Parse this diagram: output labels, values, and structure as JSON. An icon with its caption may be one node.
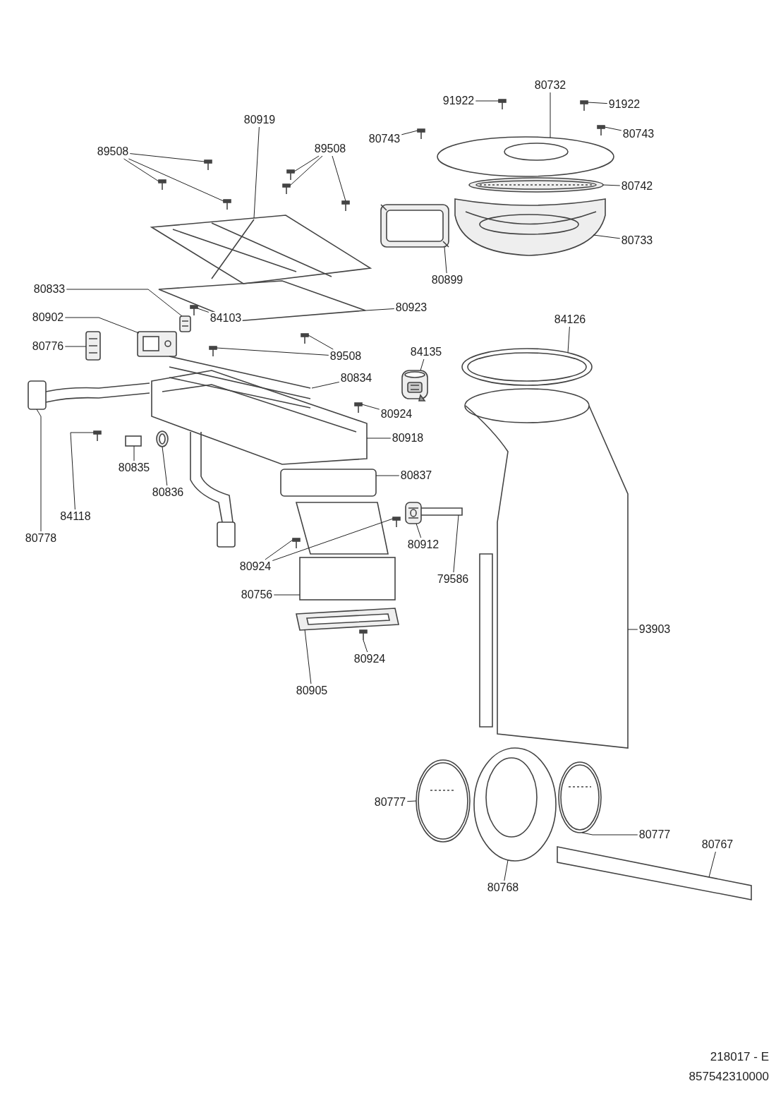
{
  "diagram": {
    "nodes": [
      {
        "text": [
          "80732"
        ]
      },
      {
        "text": [
          "91922"
        ]
      },
      {
        "text": [
          "91922"
        ]
      },
      {
        "text": [
          "80919"
        ]
      },
      {
        "text": [
          "80743"
        ]
      },
      {
        "text": [
          "80743"
        ]
      },
      {
        "text": [
          "89508"
        ]
      },
      {
        "text": [
          "89508"
        ]
      },
      {
        "text": [
          "80742"
        ]
      },
      {
        "text": [
          "80733"
        ]
      },
      {
        "text": [
          "80899"
        ]
      },
      {
        "text": [
          "80833"
        ]
      },
      {
        "text": [
          "80923"
        ]
      },
      {
        "text": [
          "80902"
        ]
      },
      {
        "text": [
          "84103"
        ]
      },
      {
        "text": [
          "84126"
        ]
      },
      {
        "text": [
          "80776"
        ]
      },
      {
        "text": [
          "84135"
        ]
      },
      {
        "text": [
          "89508"
        ]
      },
      {
        "text": [
          "80834"
        ]
      },
      {
        "text": [
          "80924"
        ]
      },
      {
        "text": [
          "80918"
        ]
      },
      {
        "text": [
          "80835"
        ]
      },
      {
        "text": [
          "80837"
        ]
      },
      {
        "text": [
          "80836"
        ]
      },
      {
        "text": [
          "84118"
        ]
      },
      {
        "text": [
          "80778"
        ]
      },
      {
        "text": [
          "80912"
        ]
      },
      {
        "text": [
          "80924"
        ]
      },
      {
        "text": [
          "79586"
        ]
      },
      {
        "text": [
          "80756"
        ]
      },
      {
        "text": [
          "93903"
        ]
      },
      {
        "text": [
          "80924"
        ]
      },
      {
        "text": [
          "80905"
        ]
      },
      {
        "text": [
          "80777"
        ]
      },
      {
        "text": [
          "80777"
        ]
      },
      {
        "text": [
          "80767"
        ]
      },
      {
        "text": [
          "80768"
        ]
      },
      {
        "text": [],
        "shape": "picture"
      },
      {
        "text": [],
        "shape": "picture"
      },
      {
        "text": [],
        "shape": "picture"
      },
      {
        "text": [],
        "shape": "picture"
      },
      {
        "text": [],
        "shape": "picture"
      },
      {
        "text": [],
        "shape": "picture"
      },
      {
        "text": [],
        "shape": "picture"
      },
      {
        "text": [],
        "shape": "picture"
      },
      {
        "text": [],
        "shape": "picture"
      },
      {
        "text": [],
        "shape": "picture"
      },
      {
        "text": [],
        "shape": "picture"
      },
      {
        "text": [],
        "shape": "picture"
      },
      {
        "text": [],
        "shape": "picture"
      },
      {
        "text": [],
        "shape": "picture"
      },
      {
        "text": [],
        "shape": "picture"
      },
      {
        "text": [],
        "shape": "picture"
      },
      {
        "text": [],
        "shape": "picture"
      },
      {
        "text": [],
        "shape": "picture"
      },
      {
        "text": [],
        "shape": "picture"
      },
      {
        "text": [],
        "shape": "picture"
      },
      {
        "text": [],
        "shape": "picture"
      },
      {
        "text": [],
        "shape": "picture"
      },
      {
        "text": [],
        "shape": "picture"
      },
      {
        "text": [],
        "shape": "picture"
      },
      {
        "text": [],
        "shape": "picture"
      },
      {
        "text": [],
        "shape": "picture"
      },
      {
        "text": [],
        "shape": "picture"
      },
      {
        "text": [],
        "shape": "picture"
      },
      {
        "text": [],
        "shape": "picture"
      },
      {
        "text": [],
        "shape": "picture"
      },
      {
        "text": [],
        "shape": "picture"
      },
      {
        "text": [],
        "shape": "picture"
      },
      {
        "text": [],
        "shape": "picture"
      },
      {
        "text": [],
        "shape": "picture"
      },
      {
        "text": [],
        "shape": "picture"
      },
      {
        "text": [],
        "shape": "picture"
      },
      {
        "text": [],
        "shape": "picture"
      },
      {
        "text": [],
        "shape": "picture"
      },
      {
        "text": [],
        "shape": "picture"
      },
      {
        "text": [],
        "shape": "picture"
      },
      {
        "text": [],
        "shape": "picture"
      },
      {
        "text": [],
        "shape": "picture"
      },
      {
        "text": [],
        "shape": "picture"
      },
      {
        "text": [],
        "shape": "picture"
      }
    ],
    "edges": [
      {
        "from": 0,
        "to": 38,
        "arrow": "none"
      },
      {
        "from": 1,
        "to": 39,
        "arrow": "none"
      },
      {
        "from": 2,
        "to": 40,
        "arrow": "none"
      },
      {
        "from": 3,
        "to": 41,
        "arrow": "none"
      },
      {
        "from": 4,
        "to": 42,
        "arrow": "none"
      },
      {
        "from": 5,
        "to": 43,
        "arrow": "none"
      },
      {
        "from": 6,
        "to": 44,
        "arrow": "none"
      },
      {
        "from": 6,
        "to": 45,
        "arrow": "none"
      },
      {
        "from": 6,
        "to": 46,
        "arrow": "none"
      },
      {
        "from": 7,
        "to": 47,
        "arrow": "none"
      },
      {
        "from": 7,
        "to": 48,
        "arrow": "none"
      },
      {
        "from": 7,
        "to": 49,
        "arrow": "none"
      },
      {
        "from": 8,
        "to": 50,
        "arrow": "none"
      },
      {
        "from": 9,
        "to": 51,
        "arrow": "none"
      },
      {
        "from": 10,
        "to": 52,
        "arrow": "none"
      },
      {
        "from": 11,
        "to": 53,
        "arrow": "none"
      },
      {
        "from": 12,
        "to": 54,
        "arrow": "none"
      },
      {
        "from": 13,
        "to": 55,
        "arrow": "none"
      },
      {
        "from": 14,
        "to": 56,
        "arrow": "none"
      },
      {
        "from": 15,
        "to": 57,
        "arrow": "none"
      },
      {
        "from": 16,
        "to": 58,
        "arrow": "none"
      },
      {
        "from": 17,
        "to": 59,
        "arrow": "none"
      },
      {
        "from": 18,
        "to": 60,
        "arrow": "none"
      },
      {
        "from": 18,
        "to": 61,
        "arrow": "none"
      },
      {
        "from": 19,
        "to": 62,
        "arrow": "none"
      },
      {
        "from": 20,
        "to": 63,
        "arrow": "none"
      },
      {
        "from": 21,
        "to": 64,
        "arrow": "none"
      },
      {
        "from": 22,
        "to": 65,
        "arrow": "none"
      },
      {
        "from": 23,
        "to": 66,
        "arrow": "none"
      },
      {
        "from": 24,
        "to": 67,
        "arrow": "none"
      },
      {
        "from": 25,
        "to": 68,
        "arrow": "none"
      },
      {
        "from": 26,
        "to": 69,
        "arrow": "none"
      },
      {
        "from": 27,
        "to": 70,
        "arrow": "none"
      },
      {
        "from": 28,
        "to": 71,
        "arrow": "none"
      },
      {
        "from": 28,
        "to": 72,
        "arrow": "none"
      },
      {
        "from": 29,
        "to": 73,
        "arrow": "none"
      },
      {
        "from": 30,
        "to": 74,
        "arrow": "none"
      },
      {
        "from": 31,
        "to": 75,
        "arrow": "none"
      },
      {
        "from": 32,
        "to": 76,
        "arrow": "none"
      },
      {
        "from": 33,
        "to": 77,
        "arrow": "none"
      },
      {
        "from": 34,
        "to": 78,
        "arrow": "none"
      },
      {
        "from": 35,
        "to": 79,
        "arrow": "none"
      },
      {
        "from": 36,
        "to": 80,
        "arrow": "none"
      },
      {
        "from": 37,
        "to": 81,
        "arrow": "none"
      }
    ],
    "labels": [
      "218017 - E",
      "857542310000"
    ]
  }
}
